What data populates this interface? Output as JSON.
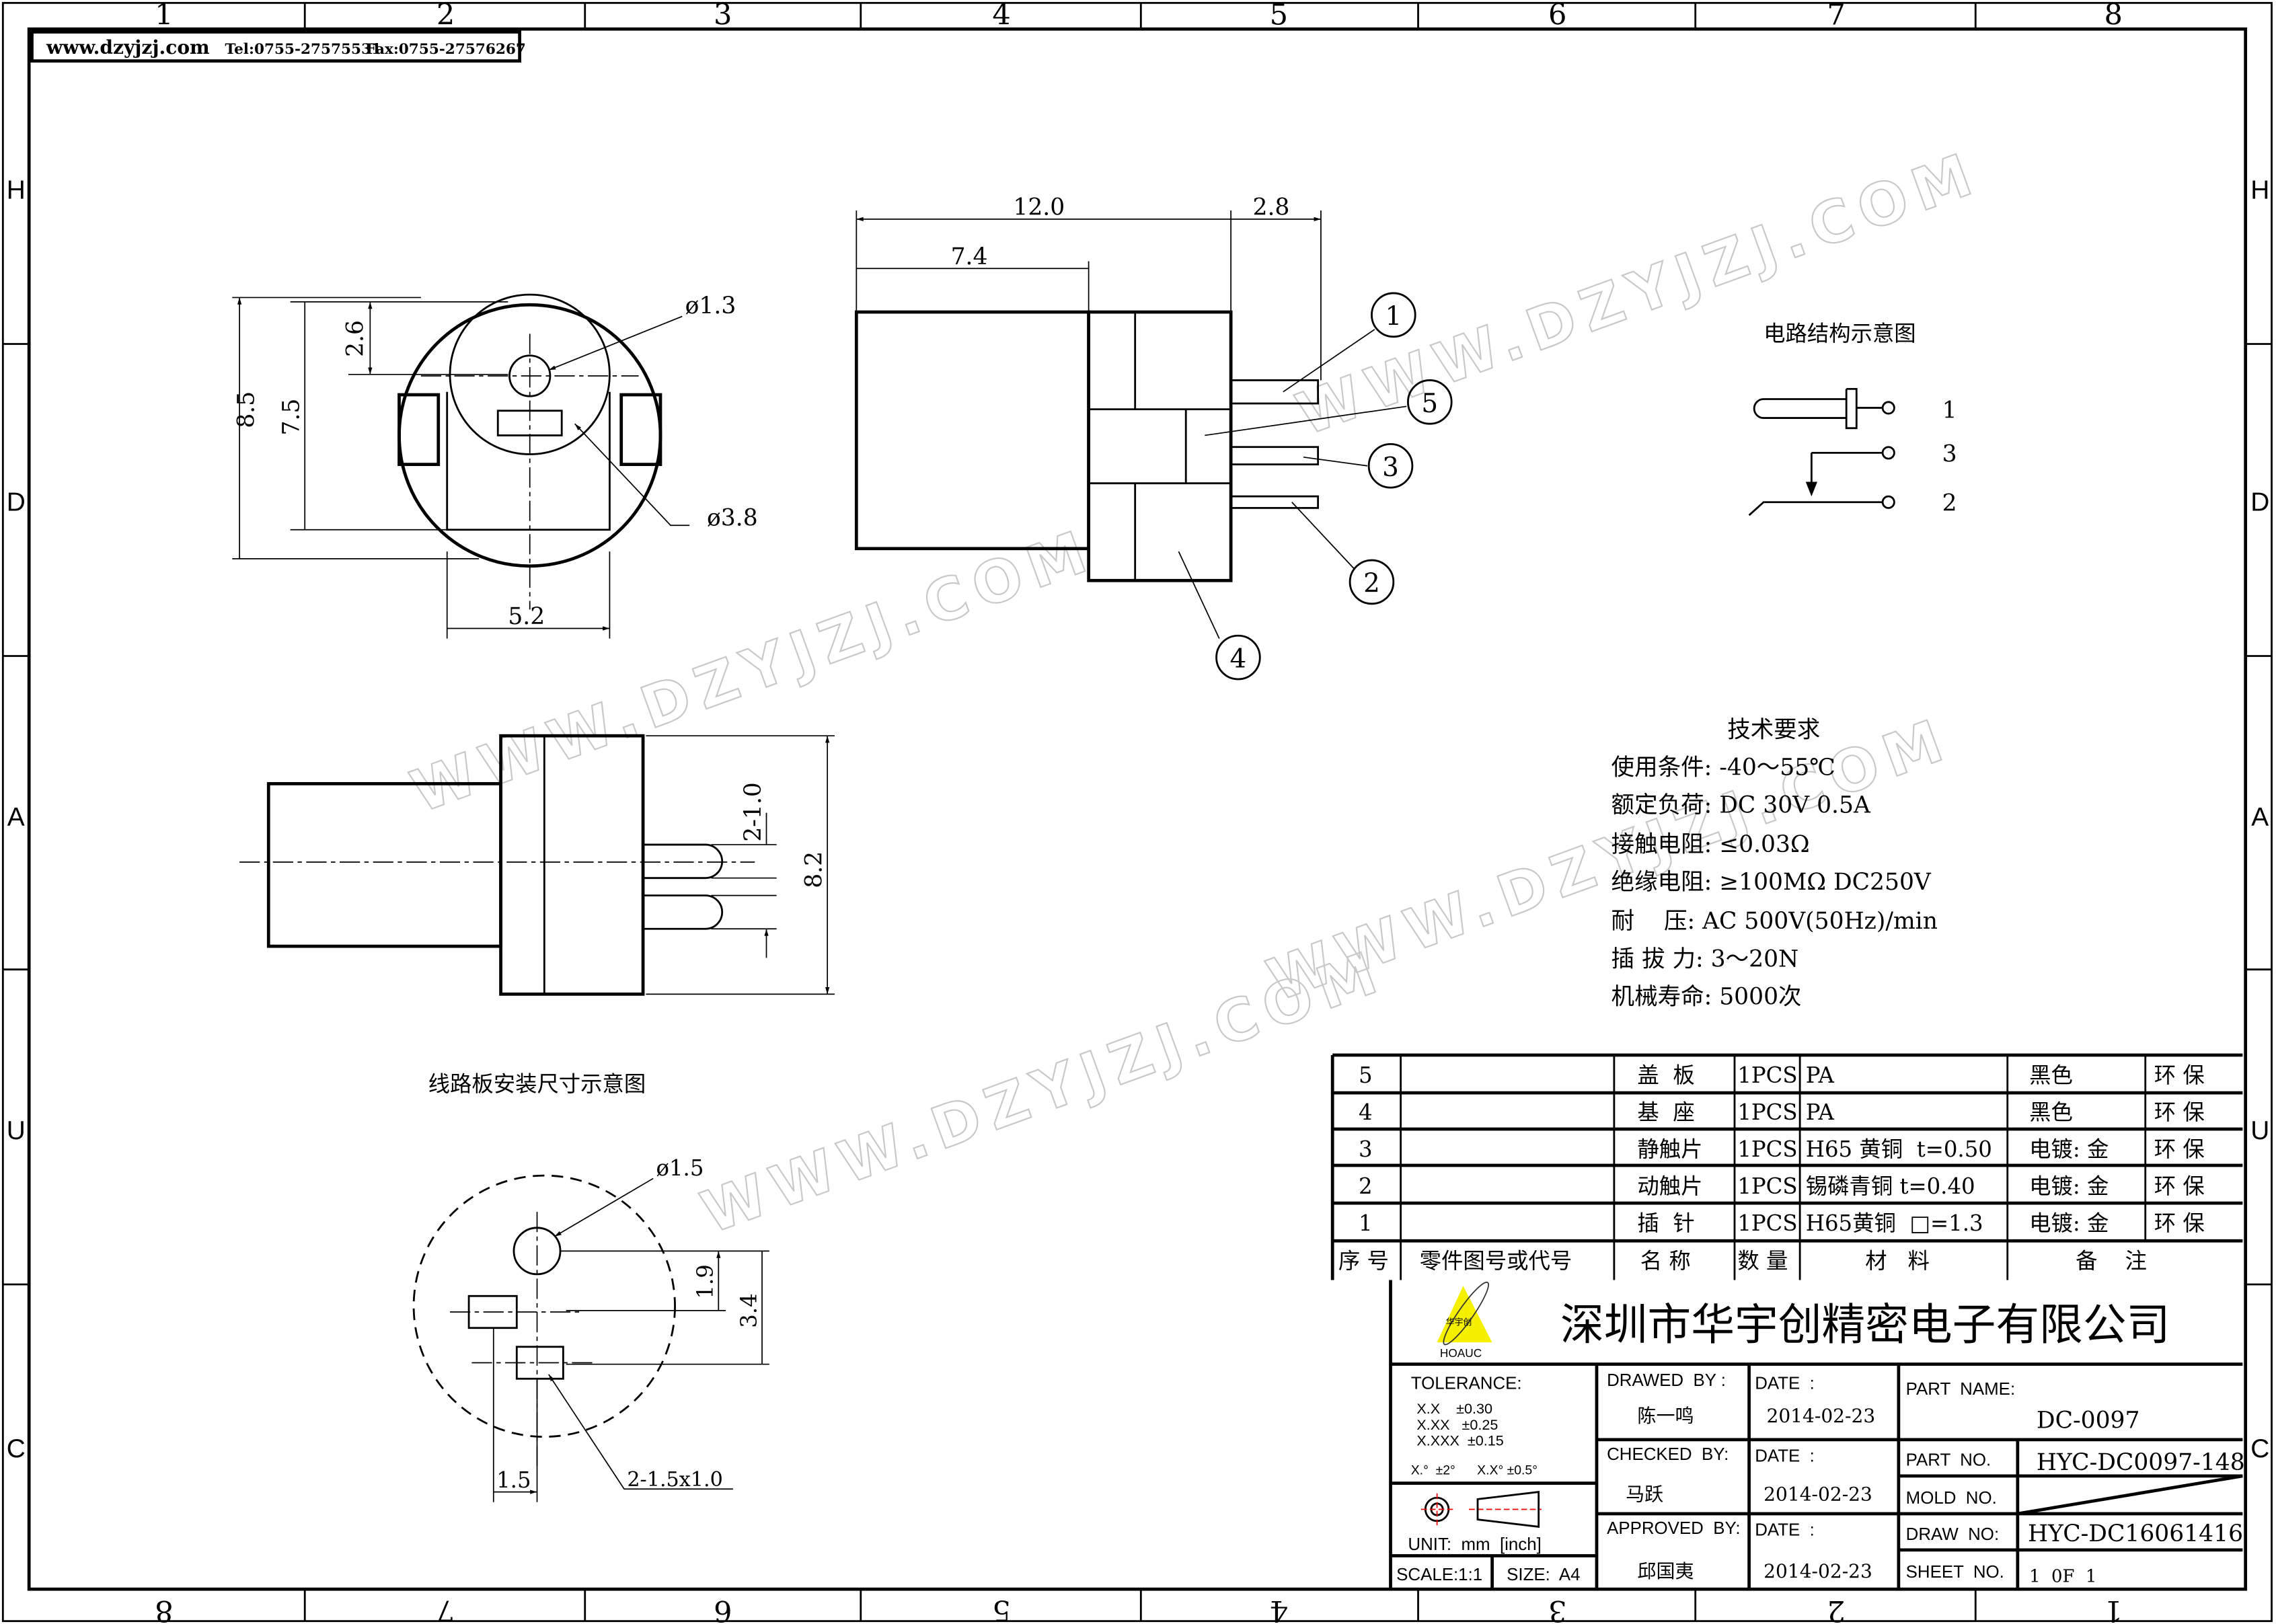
{
  "header": {
    "website": "www.dzyjzj.com",
    "tel": "Tel:0755-27575531",
    "fax": "Fax:0755-27576267"
  },
  "ruler": {
    "columns": [
      "1",
      "2",
      "3",
      "4",
      "5",
      "6",
      "7",
      "8"
    ],
    "rows": [
      "H",
      "D",
      "A",
      "U",
      "C"
    ]
  },
  "watermark": "WWW.DZYJZJ.COM",
  "front_view": {
    "dim_dia_pin": "ø1.3",
    "dim_dia_hole": "ø3.8",
    "dim_height": "8.5",
    "dim_inner_height": "7.5",
    "dim_offset": "2.6",
    "dim_width": "5.2"
  },
  "side_view": {
    "dim_total": "12.0",
    "dim_body": "7.4",
    "dim_pin": "2.8",
    "balloons": [
      "1",
      "5",
      "3",
      "2",
      "4"
    ]
  },
  "bottom_view": {
    "dim_height": "8.2",
    "dim_pins": "2-1.0"
  },
  "pcb": {
    "title": "线路板安装尺寸示意图",
    "dim_hole": "ø1.5",
    "dim_a": "1.9",
    "dim_b": "3.4",
    "dim_c": "1.5",
    "dim_pads": "2-1.5x1.0"
  },
  "circuit": {
    "title": "电路结构示意图",
    "pins": [
      "1",
      "3",
      "2"
    ]
  },
  "tech": {
    "title": "技术要求",
    "lines": [
      "使用条件: -40～55℃",
      "额定负荷: DC 30V 0.5A",
      "接触电阻: ≤0.03Ω",
      "绝缘电阻: ≥100MΩ DC250V",
      "耐    压: AC 500V(50Hz)/min",
      "插 拔 力: 3～20N",
      "机械寿命: 5000次"
    ]
  },
  "bom": {
    "rows": [
      {
        "no": "5",
        "code": "",
        "name": "盖  板",
        "qty": "1PCS",
        "material": "PA",
        "finish": "黑色",
        "env": "环 保"
      },
      {
        "no": "4",
        "code": "",
        "name": "基  座",
        "qty": "1PCS",
        "material": "PA",
        "finish": "黑色",
        "env": "环 保"
      },
      {
        "no": "3",
        "code": "",
        "name": "静触片",
        "qty": "1PCS",
        "material": "H65 黄铜  t=0.50",
        "finish": "电镀: 金",
        "env": "环 保"
      },
      {
        "no": "2",
        "code": "",
        "name": "动触片",
        "qty": "1PCS",
        "material": "锡磷青铜 t=0.40",
        "finish": "电镀: 金",
        "env": "环 保"
      },
      {
        "no": "1",
        "code": "",
        "name": "插  针",
        "qty": "1PCS",
        "material": "H65黄铜  □=1.3",
        "finish": "电镀: 金",
        "env": "环 保"
      }
    ],
    "headers": [
      "序 号",
      "零件图号或代号",
      "名 称",
      "数 量",
      "材   料",
      "备    注"
    ]
  },
  "title_block": {
    "company": "深圳市华宇创精密电子有限公司",
    "logo_text": "华宇创",
    "logo_brand": "HOAUC",
    "tolerance_label": "TOLERANCE:",
    "tol": [
      "X.X    ±0.30",
      "X.XX   ±0.25",
      "X.XXX  ±0.15"
    ],
    "tol_angle": "X.°  ±2°      X.X° ±0.5°",
    "unit": "UNIT:  mm  [inch]",
    "scale": "SCALE:1:1",
    "size": "SIZE:  A4",
    "drawed_by_label": "DRAWED  BY :",
    "drawed_by": "陈一鸣",
    "checked_by_label": "CHECKED  BY:",
    "checked_by": "马跃",
    "approved_by_label": "APPROVED  BY:",
    "approved_by": "邱国夷",
    "date_label": "DATE  :",
    "date1": "2014-02-23",
    "date2": "2014-02-23",
    "date3": "2014-02-23",
    "part_name_label": "PART  NAME:",
    "part_name": "DC-0097",
    "part_no_label": "PART  NO.",
    "part_no": "HYC-DC0097-148",
    "mold_no_label": "MOLD  NO.",
    "draw_no_label": "DRAW  NO:",
    "draw_no": "HYC-DC16061416",
    "sheet_no_label": "SHEET  NO.",
    "sheet_no": "1  0F  1"
  }
}
